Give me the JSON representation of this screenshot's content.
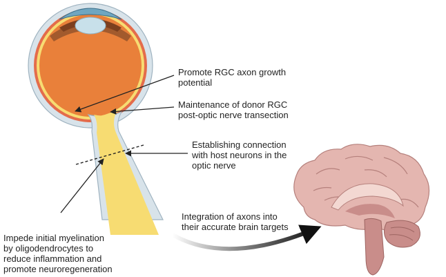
{
  "labels": {
    "growth": [
      "Promote RGC axon growth",
      "potential"
    ],
    "maintenance": [
      "Maintenance of donor RGC",
      "post-optic nerve transection"
    ],
    "connection": [
      "Establishing connection",
      "with host neurons in the",
      "optic nerve"
    ],
    "integration": [
      "Integration of axons into",
      "their accurate brain targets"
    ],
    "myelination": [
      "Impede initial myelination",
      "by oligodendrocytes to",
      "reduce inflammation and",
      "promote neuroregeneration"
    ]
  },
  "colors": {
    "retina": "#f7dc72",
    "vitreous": "#e9803a",
    "choroid": "#e46c4b",
    "iris": "#a25a2d",
    "cornea": "#6fa6c0",
    "lens": "#c8e0ea",
    "sclera": "#d8e3ea",
    "brain_cortex": "#e4b6b0",
    "brain_dark": "#c98d8a",
    "text": "#222222"
  }
}
